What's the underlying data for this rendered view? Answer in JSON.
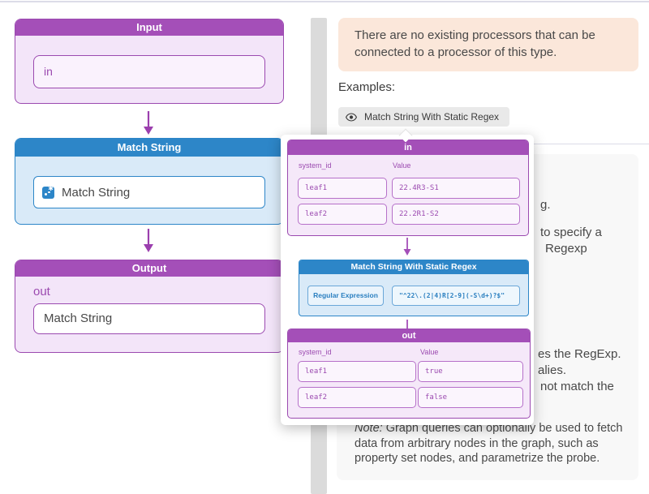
{
  "diagram": {
    "input": {
      "title": "Input",
      "field": "in"
    },
    "match": {
      "title": "Match String",
      "field": "Match String"
    },
    "output": {
      "title": "Output",
      "label": "out",
      "field": "Match String"
    }
  },
  "panel": {
    "notice": "There are no existing processors that can be connected to a processor of this type.",
    "examples_label": "Examples:",
    "example_button": "Match String With Static Regex",
    "fragments": [
      "g.",
      "to specify a",
      "Regexp",
      "es the RegExp.",
      "alies.",
      "not match the"
    ],
    "note": {
      "prefix": "Note:",
      "l1": " Graph queries can optionally be used to fetch",
      "l2": "data from arbitrary nodes in the graph, such as",
      "l3": "property set nodes, and parametrize the probe."
    }
  },
  "popup": {
    "in_table": {
      "title": "in",
      "columns": [
        "system_id",
        "Value"
      ],
      "rows": [
        [
          "leaf1",
          "22.4R3-S1"
        ],
        [
          "leaf2",
          "22.2R1-S2"
        ]
      ]
    },
    "processor": {
      "title": "Match String With Static Regex",
      "param_label": "Regular Expression",
      "param_value": "\"^22\\.(2|4)R[2-9](-S\\d+)?$\""
    },
    "out_table": {
      "title": "out",
      "columns": [
        "system_id",
        "Value"
      ],
      "rows": [
        [
          "leaf1",
          "true"
        ],
        [
          "leaf2",
          "false"
        ]
      ]
    }
  },
  "colors": {
    "purple_header": "#a44fb8",
    "purple_border": "#9b4ab0",
    "blue_accent": "#2d86c8",
    "notice_bg": "#fbe7da",
    "panel_bg": "#f8f8f8"
  }
}
